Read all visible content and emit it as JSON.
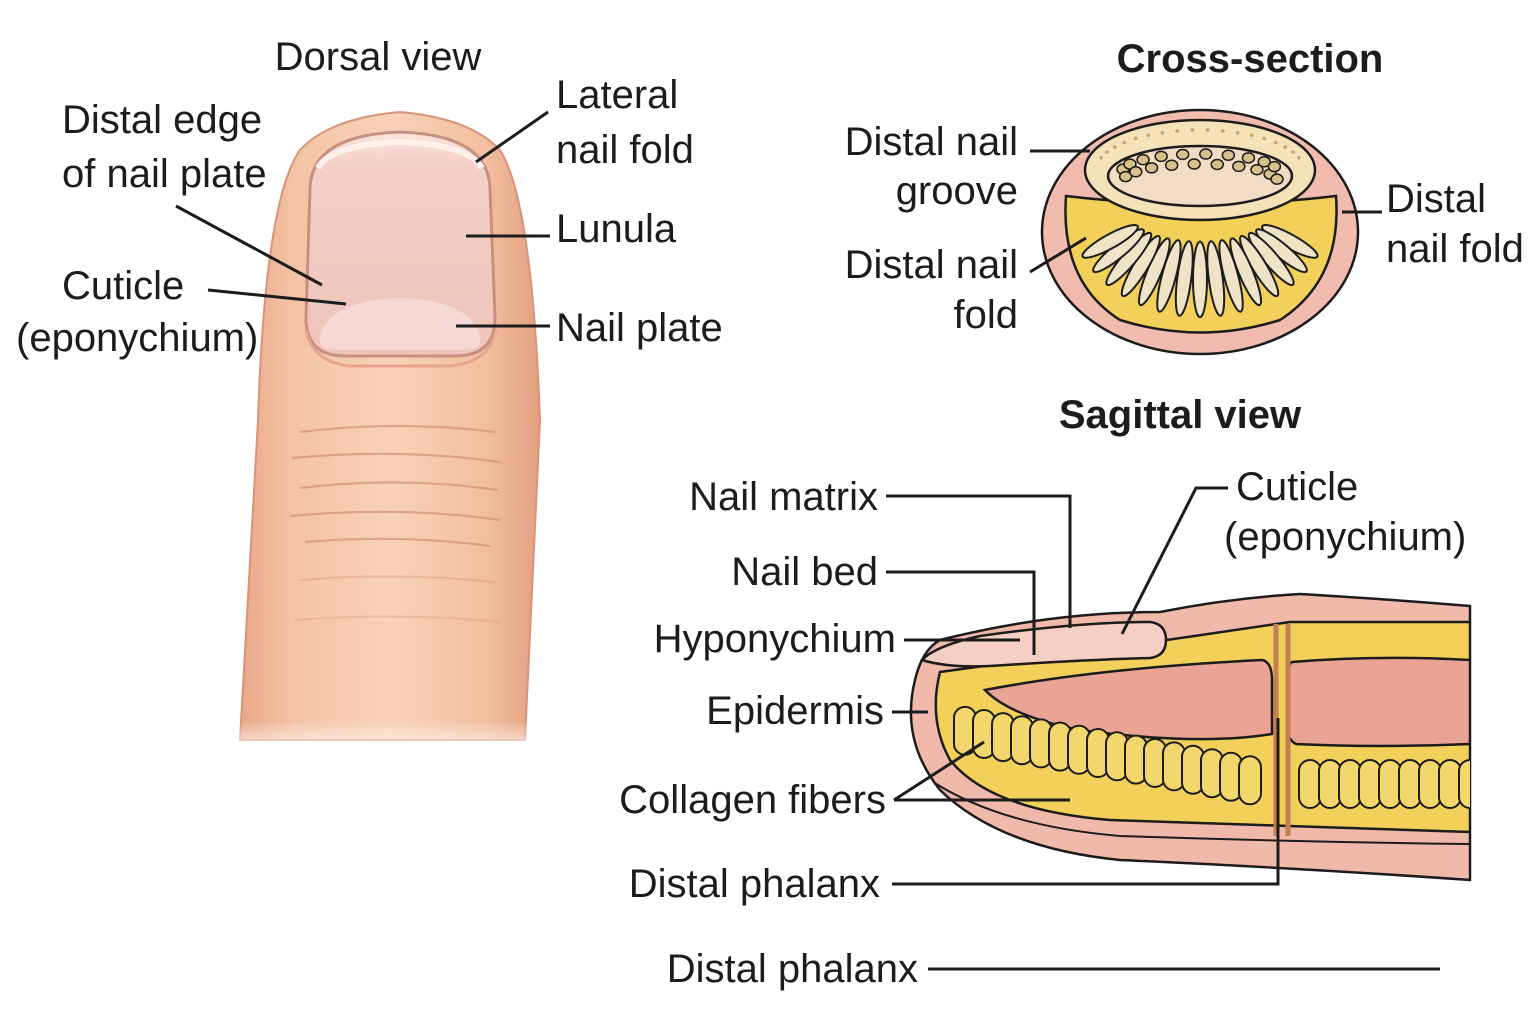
{
  "dorsal": {
    "title": "Dorsal view",
    "labels": {
      "distal_edge_1": "Distal edge",
      "distal_edge_2": "of nail plate",
      "lateral_fold_1": "Lateral",
      "lateral_fold_2": "nail fold",
      "lunula": "Lunula",
      "cuticle_1": "Cuticle",
      "cuticle_2": "(eponychium)",
      "nail_plate": "Nail plate"
    }
  },
  "cross_section": {
    "title": "Cross-section",
    "labels": {
      "groove_1": "Distal nail",
      "groove_2": "groove",
      "fold_left_1": "Distal nail",
      "fold_left_2": "fold",
      "fold_right_1": "Distal",
      "fold_right_2": "nail fold"
    }
  },
  "sagittal": {
    "title": "Sagittal view",
    "labels": {
      "nail_matrix": "Nail matrix",
      "nail_bed": "Nail bed",
      "hyponychium": "Hyponychium",
      "epidermis": "Epidermis",
      "collagen": "Collagen fibers",
      "phalanx_1": "Distal phalanx",
      "phalanx_2": "Distal phalanx",
      "cuticle_1": "Cuticle",
      "cuticle_2": "(eponychium)"
    }
  },
  "colors": {
    "skin": "#f4c7a8",
    "nail": "#f6d3cc",
    "tissue_pink": "#eeb0a4",
    "fat_yellow": "#f2d05a",
    "line": "#1c1c1c"
  }
}
